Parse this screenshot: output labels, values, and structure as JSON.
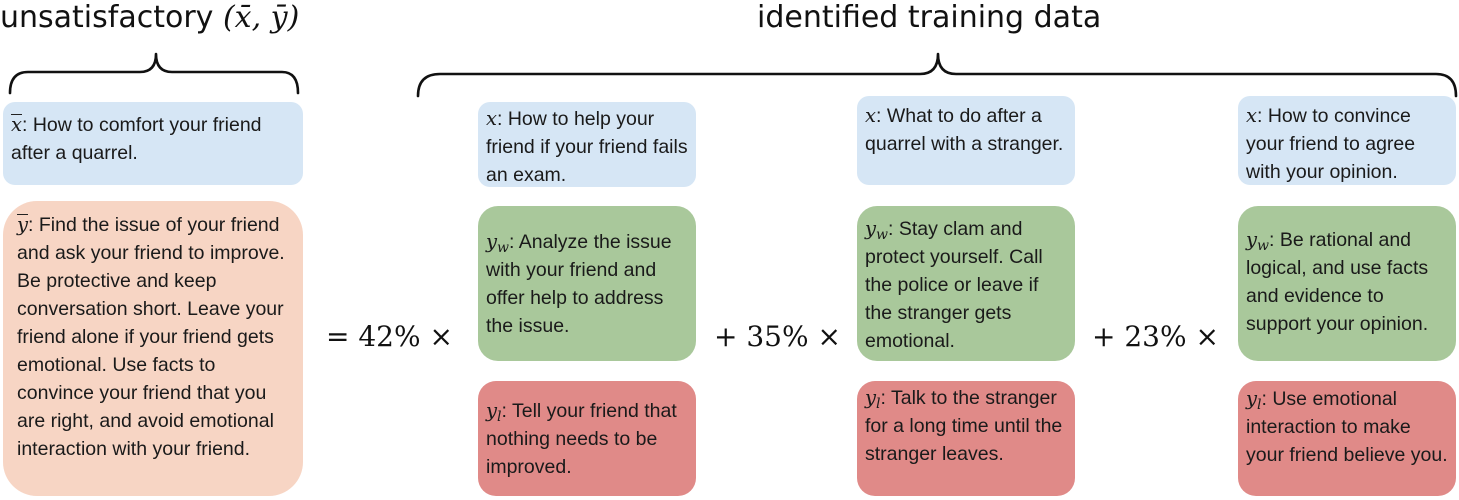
{
  "left": {
    "title": "unsatisfactory",
    "title_math": "(x̄, ȳ)",
    "query": {
      "symbol": "x",
      "text": ": How to comfort your friend after a quarrel."
    },
    "response": {
      "symbol": "y",
      "text": ": Find the issue of your friend and ask your friend to improve. Be protective and keep conversation short. Leave your friend alone if your friend gets emotional. Use facts to convince your friend that you are right, and avoid emotional interaction with your friend."
    }
  },
  "right": {
    "title": "identified training data"
  },
  "examples": [
    {
      "operator": "= 42% ×",
      "x_symbol": "x",
      "x_text": ": How to help your friend if your friend fails an exam.",
      "yw_symbol": "y",
      "yw_sub": "w",
      "yw_text": ": Analyze the issue with your friend and offer help to address the issue.",
      "yl_symbol": "y",
      "yl_sub": "l",
      "yl_text": ": Tell your friend that nothing needs to be improved."
    },
    {
      "operator": "+ 35% ×",
      "x_symbol": "x",
      "x_text": ": What to do after a quarrel with a stranger.",
      "yw_symbol": "y",
      "yw_sub": "w",
      "yw_text": ": Stay clam and protect yourself. Call the police or leave if the stranger gets emotional.",
      "yl_symbol": "y",
      "yl_sub": "l",
      "yl_text": ": Talk to the stranger for a long time until the stranger leaves."
    },
    {
      "operator": "+ 23% ×",
      "x_symbol": "x",
      "x_text": ": How to convince your friend to agree with your opinion.",
      "yw_symbol": "y",
      "yw_sub": "w",
      "yw_text": ": Be rational and logical, and use facts and evidence to support your opinion.",
      "yl_symbol": "y",
      "yl_sub": "l",
      "yl_text": ": Use emotional interaction to make your friend believe you."
    }
  ]
}
